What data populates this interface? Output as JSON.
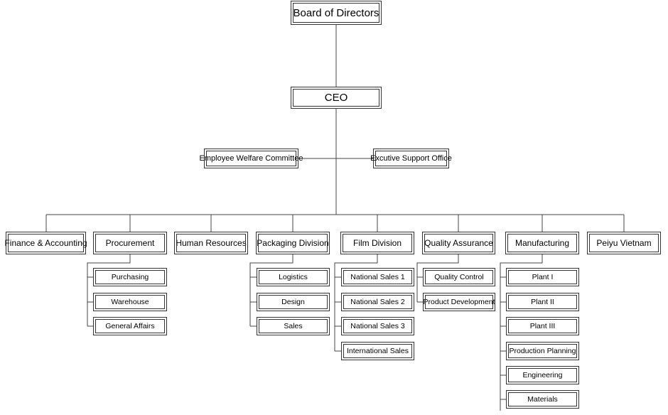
{
  "board": "Board of Directors",
  "ceo": "CEO",
  "staff": {
    "left": "Employee Welfare Committee",
    "right": "Excutive Support Office"
  },
  "departments": [
    {
      "name": "Finance & Accounting",
      "children": []
    },
    {
      "name": "Procurement",
      "children": [
        "Purchasing",
        "Warehouse",
        "General Affairs"
      ]
    },
    {
      "name": "Human Resources",
      "children": []
    },
    {
      "name": "Packaging Division",
      "children": [
        "Logistics",
        "Design",
        "Sales"
      ]
    },
    {
      "name": "Film Division",
      "children": [
        "National Sales 1",
        "National Sales 2",
        "National Sales 3",
        "International Sales"
      ]
    },
    {
      "name": "Quality Assurance",
      "children": [
        "Quality Control",
        "Product Development"
      ]
    },
    {
      "name": "Manufacturing",
      "children": [
        "Plant I",
        "Plant II",
        "Plant III",
        "Production Planning",
        "Engineering",
        "Materials"
      ]
    },
    {
      "name": "Peiyu Vietnam",
      "children": []
    }
  ]
}
